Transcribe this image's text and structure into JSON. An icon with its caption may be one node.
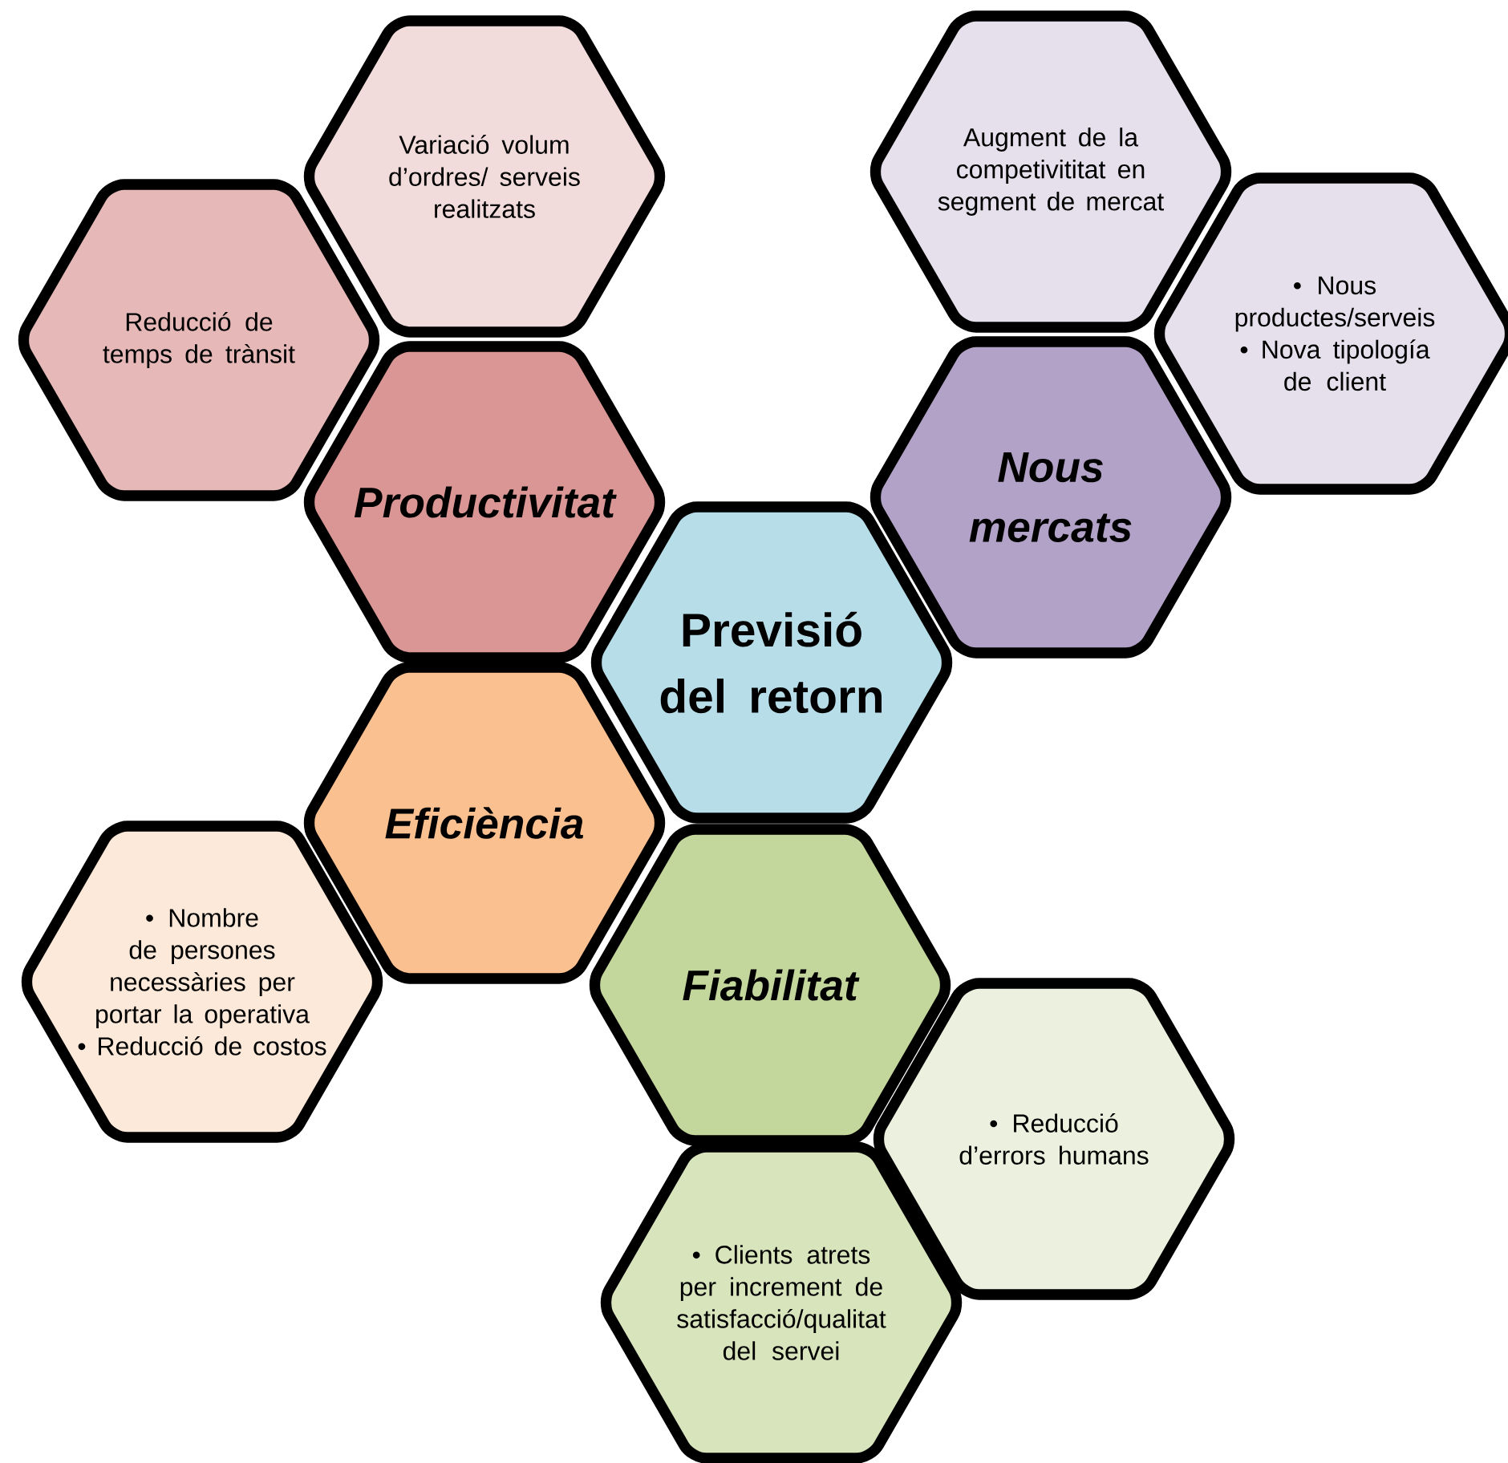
{
  "diagram": {
    "nodes": [
      {
        "text": [
          "Augment de la competivititat en segment de mercat"
        ]
      },
      {
        "text": [
          "Variació volum d’ordres/ serveis realitzats"
        ]
      },
      {
        "text": [
          "Reducció de temps de trànsit"
        ]
      },
      {
        "text": [
          "• Nous productes/serveis",
          "• Nova tipología de client"
        ]
      },
      {
        "text": [
          "Productivitat"
        ]
      },
      {
        "text": [
          "Nous mercats"
        ]
      },
      {
        "text": [
          "Previsió del retorn"
        ]
      },
      {
        "text": [
          "Eficiència"
        ]
      },
      {
        "text": [
          "• Nombre de persones necessàries per portar la operativa",
          "• Reducció de costos"
        ]
      },
      {
        "text": [
          "Fiabilitat"
        ]
      },
      {
        "text": [
          "• Reducció d’errors humans"
        ]
      },
      {
        "text": [
          "• Clients atrets per increment de satisfacció/qualitat del servei"
        ]
      }
    ]
  }
}
